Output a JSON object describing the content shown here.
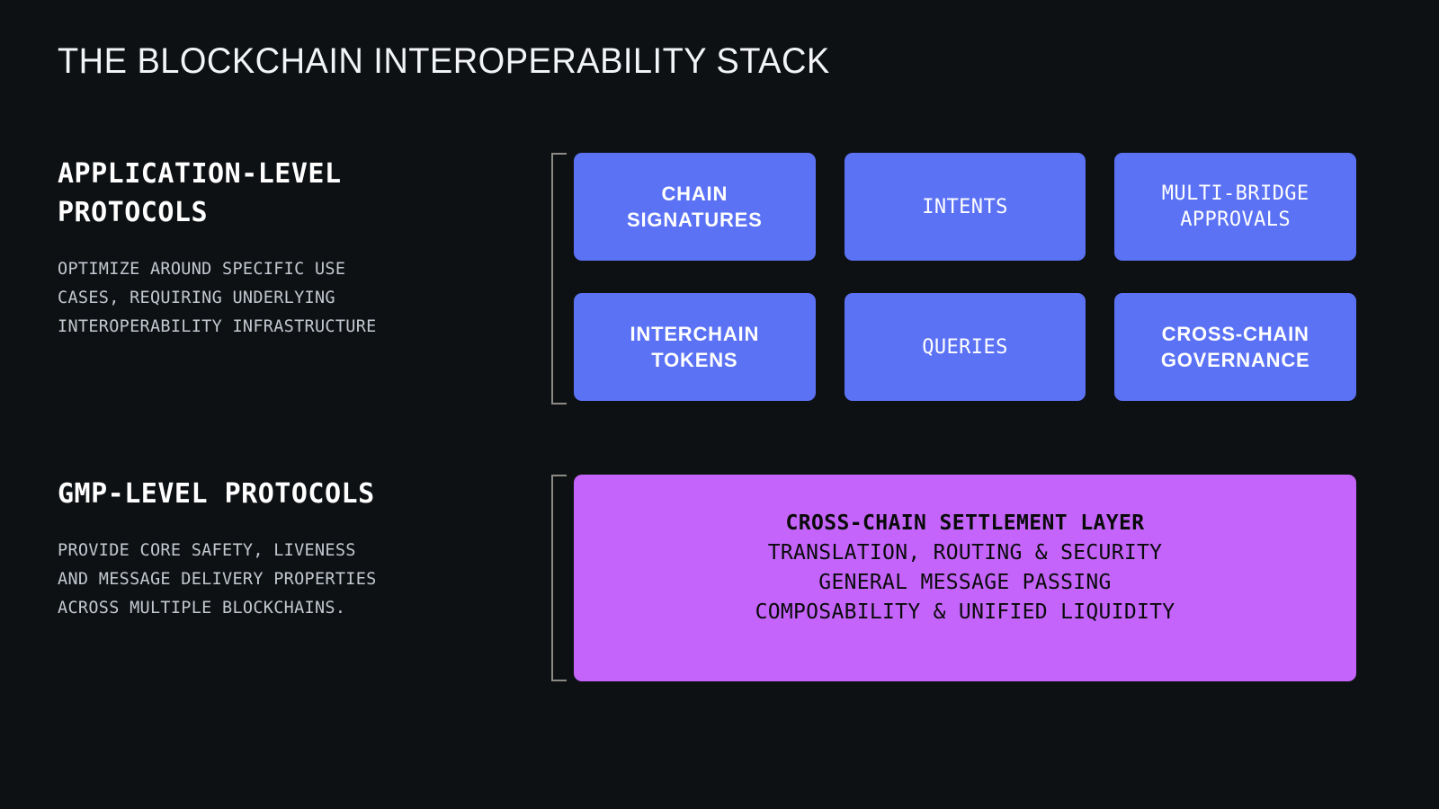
{
  "page": {
    "title": "THE BLOCKCHAIN INTEROPERABILITY STACK",
    "background_color": "#0e1114"
  },
  "colors": {
    "background": "#0e1114",
    "app_card": "#5b72f5",
    "gmp_panel": "#c464fb",
    "bracket": "#8b8b83",
    "heading_text": "#ffffff",
    "body_text": "#c3c8d0",
    "card_text": "#ffffff",
    "panel_text": "#0a0a0a"
  },
  "sections": [
    {
      "id": "application-level",
      "heading": "APPLICATION-LEVEL\nPROTOCOLS",
      "body": "OPTIMIZE AROUND SPECIFIC USE\nCASES, REQUIRING UNDERLYING\nINTEROPERABILITY INFRASTRUCTURE",
      "cards": [
        {
          "label": "CHAIN\nSIGNATURES",
          "type": "sans"
        },
        {
          "label": "INTENTS",
          "type": "mono"
        },
        {
          "label": "MULTI-BRIDGE\nAPPROVALS",
          "type": "mono"
        },
        {
          "label": "INTERCHAIN\nTOKENS",
          "type": "sans"
        },
        {
          "label": "QUERIES",
          "type": "mono"
        },
        {
          "label": "CROSS-CHAIN\nGOVERNANCE",
          "type": "sans"
        }
      ]
    },
    {
      "id": "gmp-level",
      "heading": "GMP-LEVEL PROTOCOLS",
      "body": "PROVIDE CORE SAFETY, LIVENESS\nAND MESSAGE DELIVERY PROPERTIES\nACROSS MULTIPLE BLOCKCHAINS.",
      "panel": {
        "title": "CROSS-CHAIN SETTLEMENT LAYER",
        "lines": [
          "TRANSLATION, ROUTING & SECURITY",
          "GENERAL MESSAGE PASSING",
          "COMPOSABILITY & UNIFIED LIQUIDITY"
        ]
      }
    }
  ]
}
